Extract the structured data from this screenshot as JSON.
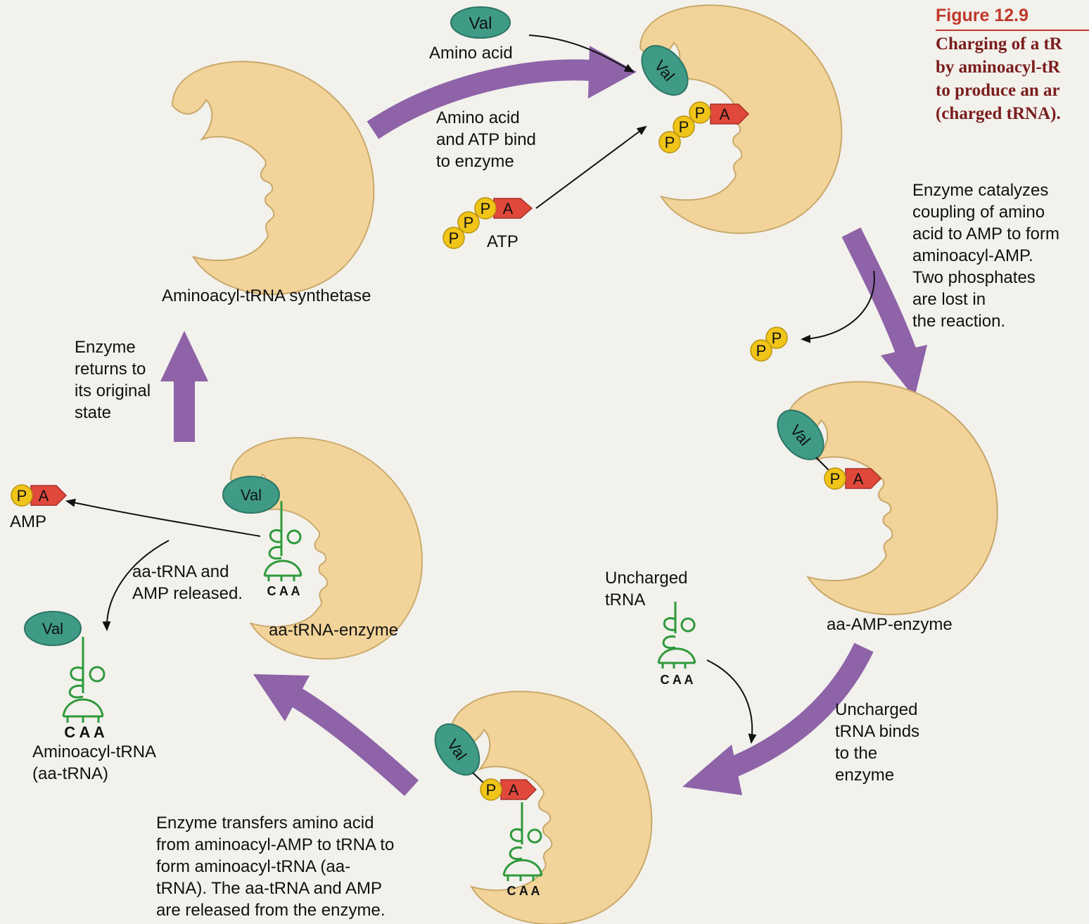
{
  "figure": {
    "number": "Figure 12.9",
    "caption": "Charging of a tR\nby aminoacyl-tR\nto produce an ar\n(charged tRNA)."
  },
  "molecules": {
    "val": "Val",
    "p": "P",
    "a": "A",
    "codon": "C A A"
  },
  "labels": {
    "amino_acid": "Amino acid",
    "bind_step": "Amino acid\nand ATP bind\nto enzyme",
    "atp": "ATP",
    "synthetase": "Aminoacyl-tRNA synthetase",
    "coupling_step": "Enzyme catalyzes\ncoupling of amino\nacid to AMP to form\naminoacyl-AMP.\nTwo phosphates\nare lost in\nthe reaction.",
    "aa_amp_enzyme": "aa-AMP-enzyme",
    "uncharged_trna": "Uncharged\ntRNA",
    "trna_binds_step": "Uncharged\ntRNA binds\nto the\nenzyme",
    "transfer_step": "Enzyme transfers amino acid\nfrom aminoacyl-AMP to tRNA to\nform aminoacyl-tRNA (aa-\ntRNA). The aa-tRNA and AMP\nare released from the enzyme.",
    "aa_trna_enzyme": "aa-tRNA-enzyme",
    "release_step": "aa-tRNA and\nAMP released.",
    "amp": "AMP",
    "aa_trna": "Aminoacyl-tRNA\n(aa-tRNA)",
    "return_step": "Enzyme\nreturns to\nits original\nstate"
  },
  "colors": {
    "enzyme": "#f2d49a",
    "enzyme_stroke": "#c9a86a",
    "cycle_arrow": "#8e63a8",
    "val_fill": "#3f9b86",
    "phosphate": "#f0c419",
    "adenosine": "#e0483b",
    "trna": "#2f9a3c"
  }
}
